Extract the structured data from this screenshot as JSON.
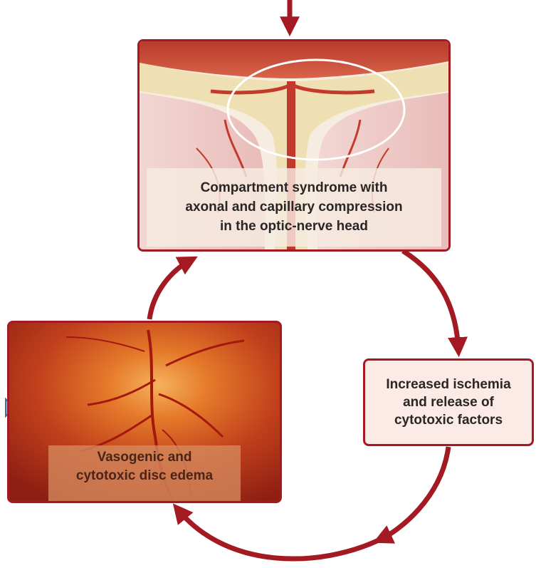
{
  "diagram": {
    "colors": {
      "arrow": "#a31a22",
      "panel_border": "#a31a22",
      "box_fill": "#fbeae5",
      "nerve_fibers": "#efe0b4",
      "tissue": "#b8321a",
      "fundus": "#c4421c"
    },
    "top_panel": {
      "caption": "Compartment syndrome with\naxonal and capillary compression\nin the optic-nerve head"
    },
    "right_box": {
      "label": "Increased ischemia\nand release of\ncytotoxic factors"
    },
    "left_panel": {
      "caption": "Vasogenic and\ncytotoxic disc edema"
    }
  }
}
